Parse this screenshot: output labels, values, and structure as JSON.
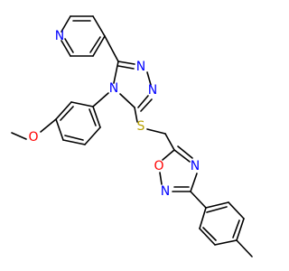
{
  "molecule": {
    "atoms": {
      "n_pyridine": "N",
      "n_triazole_1": "N",
      "n_triazole_2": "N",
      "n_triazole_4": "N",
      "s_thioether": "S",
      "o_methoxy": "O",
      "n_oxadiazole_4": "N",
      "o_oxadiazole_1": "O",
      "n_oxadiazole_2": "N"
    }
  },
  "colors": {
    "bond": "#000000",
    "nitrogen": "#0000ff",
    "oxygen": "#ff0000",
    "sulfur": "#b8a100"
  }
}
